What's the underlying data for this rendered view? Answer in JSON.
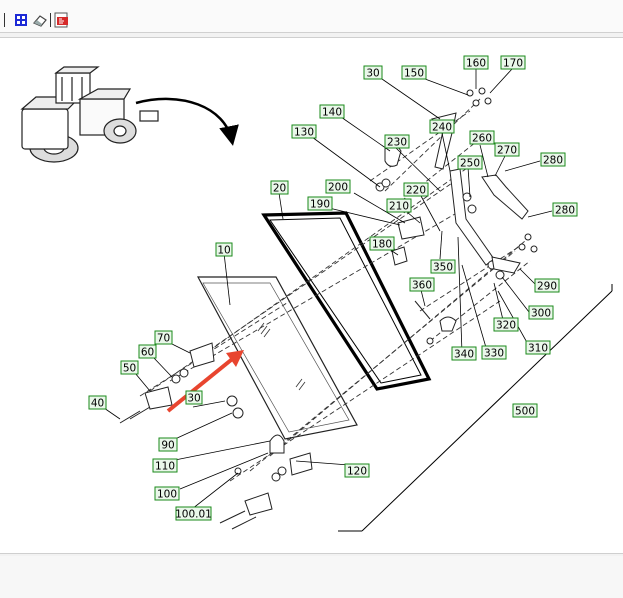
{
  "toolbar": {
    "icons": [
      "separator",
      "grid-view-icon",
      "eraser-icon",
      "separator",
      "pdf-export-icon"
    ]
  },
  "labels": {
    "l10": "10",
    "l20": "20",
    "l30a": "30",
    "l30b": "30",
    "l40": "40",
    "l50": "50",
    "l60": "60",
    "l70": "70",
    "l90": "90",
    "l100": "100",
    "l10001": "100.01",
    "l110": "110",
    "l120": "120",
    "l130": "130",
    "l140": "140",
    "l150": "150",
    "l160": "160",
    "l170": "170",
    "l180": "180",
    "l190": "190",
    "l200": "200",
    "l210": "210",
    "l220": "220",
    "l230": "230",
    "l240": "240",
    "l250": "250",
    "l260": "260",
    "l270": "270",
    "l280a": "280",
    "l280b": "280",
    "l290": "290",
    "l300": "300",
    "l310": "310",
    "l320": "320",
    "l330": "330",
    "l340": "340",
    "l350": "350",
    "l360": "360",
    "l500": "500"
  },
  "colors": {
    "label_border": "#1a8a1a",
    "label_fill": "#eaf7ea",
    "arrow": "#e8452f"
  }
}
